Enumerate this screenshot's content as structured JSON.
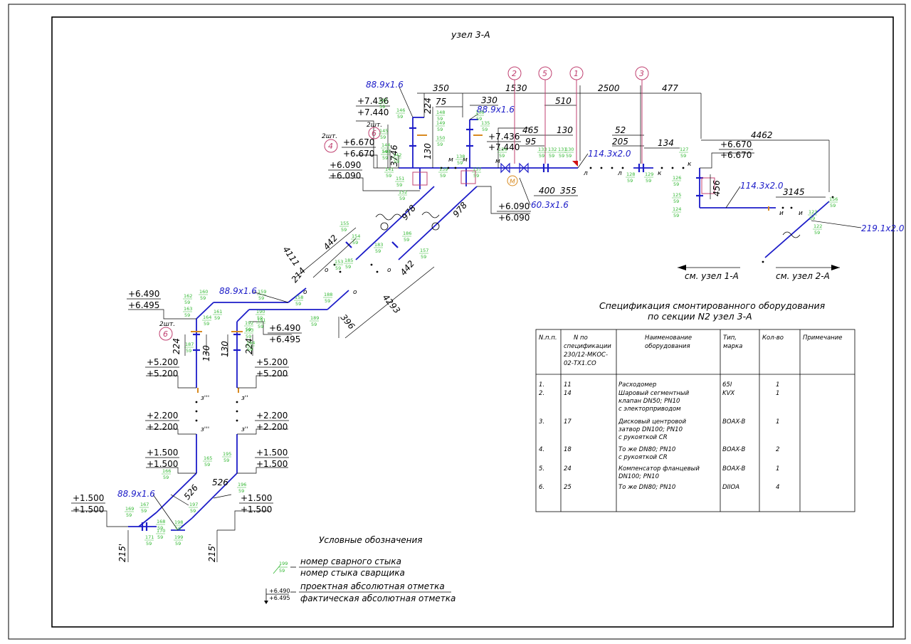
{
  "sheet": {
    "title": "узел 3-А",
    "see_left": "см. узел 1-А",
    "see_right": "см. узел 2-А"
  },
  "pipes": {
    "p889": "88.9х1.6",
    "p1143": "114.3х2.0",
    "p603": "60.3х1.6",
    "p2191": "219.1х2.0"
  },
  "elevations": [
    {
      "proj": "+7.436",
      "fact": "+7.440"
    },
    {
      "proj": "+6.670",
      "fact": "+6.670"
    },
    {
      "proj": "+6.090",
      "fact": "+6.090"
    },
    {
      "proj": "+7.436",
      "fact": "+7.440"
    },
    {
      "proj": "+6.090",
      "fact": "+6.090"
    },
    {
      "proj": "+6.670",
      "fact": "+6.670"
    },
    {
      "proj": "+6.490",
      "fact": "+6.495"
    },
    {
      "proj": "+6.490",
      "fact": "+6.495"
    },
    {
      "proj": "+5.200",
      "fact": "+5.200"
    },
    {
      "proj": "+5.200",
      "fact": "+5.200"
    },
    {
      "proj": "+2.200",
      "fact": "+2.200"
    },
    {
      "proj": "+2.200",
      "fact": "+2.200"
    },
    {
      "proj": "+1.500",
      "fact": "+1.500"
    },
    {
      "proj": "+1.500",
      "fact": "+1.500"
    },
    {
      "proj": "+1.500",
      "fact": "+1.500"
    },
    {
      "proj": "+1.500",
      "fact": "+1.500"
    }
  ],
  "dims": {
    "d350": "350",
    "d1530": "1530",
    "d2500": "2500",
    "d477": "477",
    "d224a": "224",
    "d75": "75",
    "d330": "330",
    "d510": "510",
    "d465": "465",
    "d130a": "130",
    "d95": "95",
    "d52": "52",
    "d205": "205",
    "d134": "134",
    "d4462": "4462",
    "d3746": "3746",
    "d130b": "130",
    "d400": "400",
    "d355": "355",
    "d456": "456",
    "d3145": "3145",
    "d978a": "978",
    "d978b": "978",
    "d4111": "4111",
    "d442a": "442",
    "d442b": "442",
    "d214": "214",
    "d4293": "4293",
    "d396": "396",
    "d224b": "224",
    "d130c": "130",
    "d130d": "130",
    "d224c": "224",
    "d526a": "526",
    "d526b": "526",
    "d215a": "215'",
    "d215b": "215'"
  },
  "bubbles": {
    "b2": "2",
    "b5": "5",
    "b1": "1",
    "b3": "3",
    "b4": "4",
    "b6a": "6",
    "b6b": "6",
    "b6c": "6",
    "bm": "М"
  },
  "qty": {
    "q1": "2шт.",
    "q2": "2шт.",
    "q3": "2шт."
  },
  "letters": {
    "m1": "м",
    "m2": "м",
    "m3": "м",
    "l1": "л",
    "l2": "л",
    "k1": "к",
    "k2": "к",
    "i1": "и",
    "i2": "и",
    "o1": "о",
    "o2": "о",
    "o3": "о",
    "o4": "о",
    "z1": "з'''",
    "z2": "з''",
    "z3": "з'''",
    "z4": "з''"
  },
  "welds": [
    {
      "n": "147",
      "s": "59"
    },
    {
      "n": "146",
      "s": "59"
    },
    {
      "n": "145",
      "s": "59"
    },
    {
      "n": "144",
      "s": "59"
    },
    {
      "n": "143",
      "s": "59"
    },
    {
      "n": "142",
      "s": "59"
    },
    {
      "n": "141",
      "s": "59"
    },
    {
      "n": "151",
      "s": "59"
    },
    {
      "n": "152",
      "s": "59"
    },
    {
      "n": "148",
      "s": "59"
    },
    {
      "n": "149",
      "s": "59"
    },
    {
      "n": "150",
      "s": "59"
    },
    {
      "n": "139",
      "s": "59"
    },
    {
      "n": "138",
      "s": "59"
    },
    {
      "n": "137",
      "s": "59"
    },
    {
      "n": "136",
      "s": "59"
    },
    {
      "n": "135",
      "s": "59"
    },
    {
      "n": "134",
      "s": "59"
    },
    {
      "n": "133",
      "s": "59"
    },
    {
      "n": "132",
      "s": "59"
    },
    {
      "n": "131",
      "s": "59"
    },
    {
      "n": "130",
      "s": "59"
    },
    {
      "n": "129",
      "s": "59"
    },
    {
      "n": "128",
      "s": "59"
    },
    {
      "n": "127",
      "s": "59"
    },
    {
      "n": "126",
      "s": "59"
    },
    {
      "n": "125",
      "s": "59"
    },
    {
      "n": "124",
      "s": "59"
    },
    {
      "n": "123",
      "s": "59"
    },
    {
      "n": "122",
      "s": "59"
    },
    {
      "n": "156",
      "s": "59"
    },
    {
      "n": "155",
      "s": "59"
    },
    {
      "n": "154",
      "s": "59"
    },
    {
      "n": "153",
      "s": "59"
    },
    {
      "n": "185",
      "s": "59"
    },
    {
      "n": "186",
      "s": "59"
    },
    {
      "n": "183",
      "s": "59"
    },
    {
      "n": "157",
      "s": "59"
    },
    {
      "n": "158",
      "s": "59"
    },
    {
      "n": "159",
      "s": "59"
    },
    {
      "n": "160",
      "s": "59"
    },
    {
      "n": "161",
      "s": "59"
    },
    {
      "n": "162",
      "s": "59"
    },
    {
      "n": "163",
      "s": "59"
    },
    {
      "n": "164",
      "s": "59"
    },
    {
      "n": "187",
      "s": "59"
    },
    {
      "n": "188",
      "s": "59"
    },
    {
      "n": "189",
      "s": "59"
    },
    {
      "n": "190",
      "s": "59"
    },
    {
      "n": "191",
      "s": "59"
    },
    {
      "n": "192",
      "s": "59"
    },
    {
      "n": "193",
      "s": "59"
    },
    {
      "n": "194",
      "s": "59"
    },
    {
      "n": "165",
      "s": "59"
    },
    {
      "n": "166",
      "s": "59"
    },
    {
      "n": "195",
      "s": "59"
    },
    {
      "n": "196",
      "s": "59"
    },
    {
      "n": "167",
      "s": "59"
    },
    {
      "n": "168",
      "s": "59"
    },
    {
      "n": "169",
      "s": "59"
    },
    {
      "n": "170",
      "s": "59"
    },
    {
      "n": "171",
      "s": "59"
    },
    {
      "n": "197",
      "s": "59"
    },
    {
      "n": "198",
      "s": "59"
    },
    {
      "n": "199",
      "s": "59"
    }
  ],
  "spec": {
    "title1": "Спецификация смонтированного оборудования",
    "title2": "по секции N2 узел 3-А",
    "headers": {
      "num": "N.п.п.",
      "spec": [
        "N по",
        "спецификации",
        "230/12-МКОС-",
        "02-ТХ1.СО"
      ],
      "name": [
        "Наименование",
        "оборудования"
      ],
      "type": [
        "Тип,",
        "марка"
      ],
      "qty": "Кол-во",
      "note": "Примечание"
    },
    "rows": [
      {
        "n": "1.",
        "spec": "11",
        "name": [
          "Расходомер"
        ],
        "type": "65I",
        "qty": "1"
      },
      {
        "n": "2.",
        "spec": "14",
        "name": [
          "Шаровый сегментный",
          "клапан DN50; PN10",
          "с электорприводом"
        ],
        "type": "KVX",
        "qty": "1"
      },
      {
        "n": "3.",
        "spec": "17",
        "name": [
          "Дисковый центровой",
          "затвор DN100; PN10",
          "с рукояткой CR"
        ],
        "type": "BOAX-B",
        "qty": "1"
      },
      {
        "n": "4.",
        "spec": "18",
        "name": [
          "То же DN80; PN10",
          "с рукояткой CR"
        ],
        "type": "BOAX-B",
        "qty": "2"
      },
      {
        "n": "5.",
        "spec": "24",
        "name": [
          "Компенсатор фланцевый",
          "DN100; PN10"
        ],
        "type": "BOAX-B",
        "qty": "1"
      },
      {
        "n": "6.",
        "spec": "25",
        "name": [
          "То же DN80; PN10"
        ],
        "type": "DIIOA",
        "qty": "4"
      }
    ]
  },
  "legend": {
    "title": "Условные обозначения",
    "weld_num": "199",
    "weld_sig": "59",
    "weld_top": "номер сварного стыка",
    "weld_bottom": "номер стыка сварщика",
    "elev_proj": "+6.490",
    "elev_fact": "+6.495",
    "elev_top": "проектная абсолютная отметка",
    "elev_bottom": "фактическая абсолютная отметка"
  },
  "colors": {
    "pipe": "#1c1cc8",
    "weld": "#33b833",
    "bubble": "#c04070",
    "flange": "#d88a20",
    "valve_red": "#d01010",
    "frame": "#000000"
  }
}
